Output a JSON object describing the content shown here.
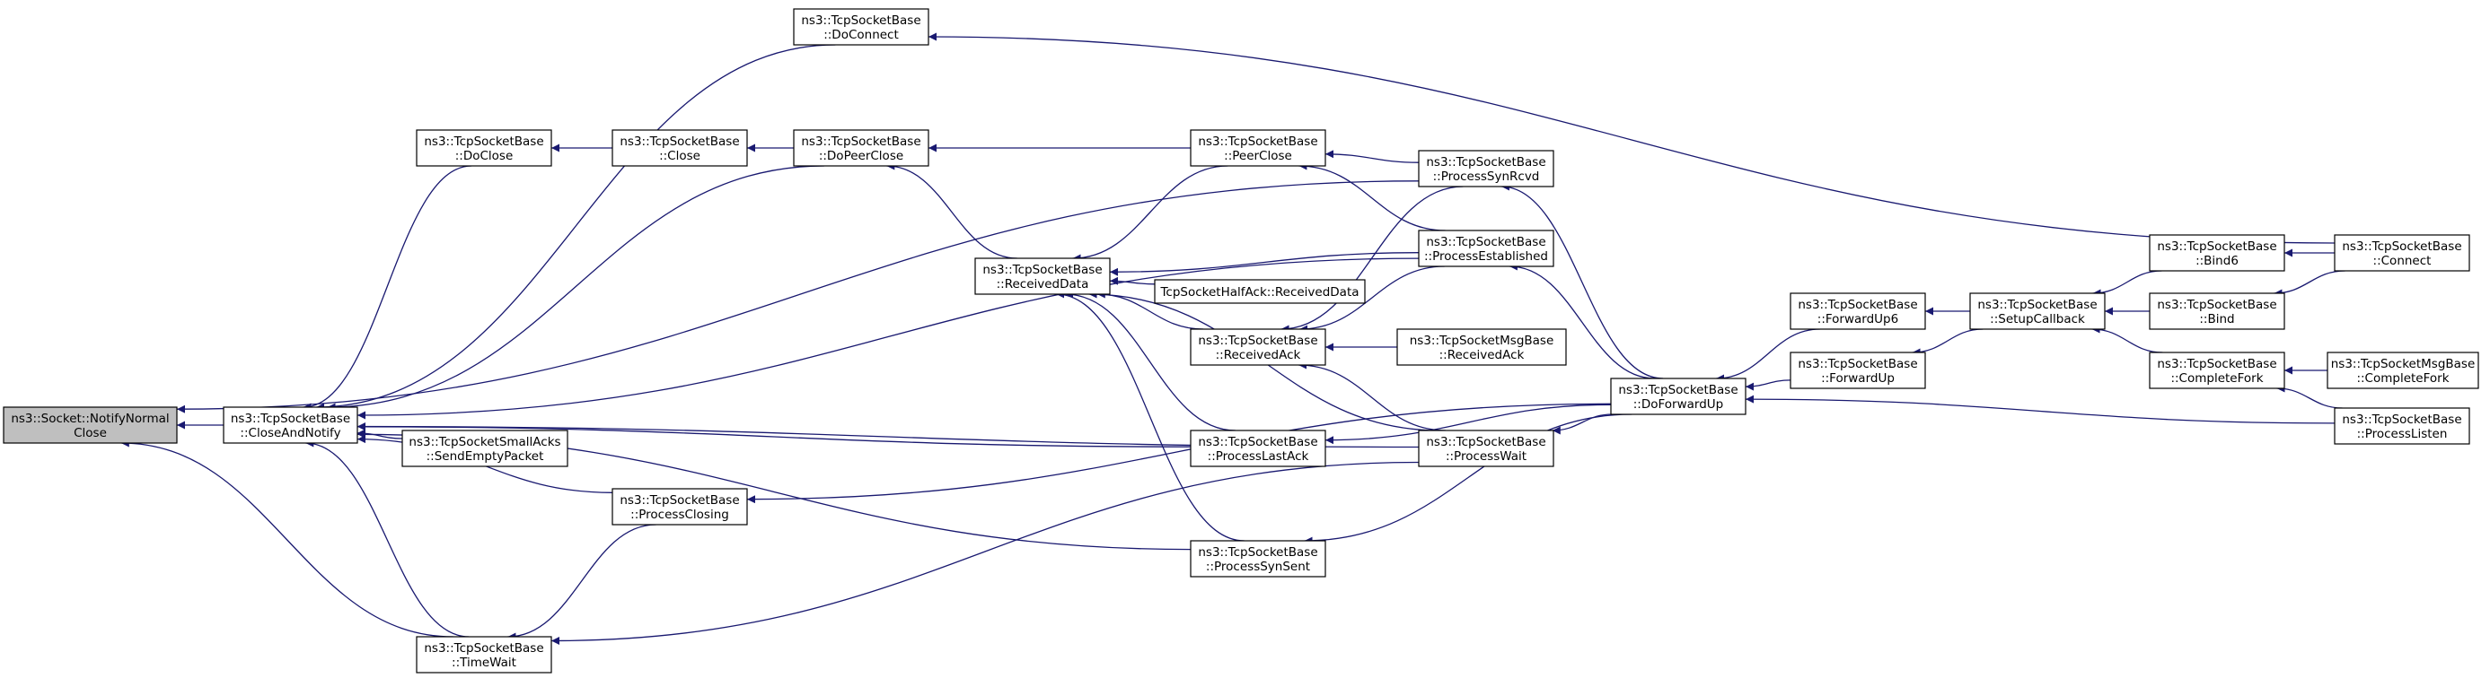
{
  "colors": {
    "edge": "#191970",
    "node_fill": "#ffffff",
    "highlight_fill": "#bfbfbf",
    "node_border": "#000000"
  },
  "nodes": [
    {
      "id": "NotifyNormalClose",
      "lines": [
        "ns3::Socket::NotifyNormal",
        "Close"
      ],
      "highlight": true
    },
    {
      "id": "CloseAndNotify",
      "lines": [
        "ns3::TcpSocketBase",
        "::CloseAndNotify"
      ]
    },
    {
      "id": "DoConnect",
      "lines": [
        "ns3::TcpSocketBase",
        "::DoConnect"
      ]
    },
    {
      "id": "DoClose",
      "lines": [
        "ns3::TcpSocketBase",
        "::DoClose"
      ]
    },
    {
      "id": "Close",
      "lines": [
        "ns3::TcpSocketBase",
        "::Close"
      ]
    },
    {
      "id": "DoPeerClose",
      "lines": [
        "ns3::TcpSocketBase",
        "::DoPeerClose"
      ]
    },
    {
      "id": "PeerClose",
      "lines": [
        "ns3::TcpSocketBase",
        "::PeerClose"
      ]
    },
    {
      "id": "ProcessSynRcvd",
      "lines": [
        "ns3::TcpSocketBase",
        "::ProcessSynRcvd"
      ]
    },
    {
      "id": "ProcessEstablished",
      "lines": [
        "ns3::TcpSocketBase",
        "::ProcessEstablished"
      ]
    },
    {
      "id": "ReceivedData",
      "lines": [
        "ns3::TcpSocketBase",
        "::ReceivedData"
      ]
    },
    {
      "id": "HalfAckReceivedData",
      "lines": [
        "TcpSocketHalfAck::ReceivedData"
      ]
    },
    {
      "id": "ReceivedAck",
      "lines": [
        "ns3::TcpSocketBase",
        "::ReceivedAck"
      ]
    },
    {
      "id": "MsgBaseReceivedAck",
      "lines": [
        "ns3::TcpSocketMsgBase",
        "::ReceivedAck"
      ]
    },
    {
      "id": "SendEmptyPacket",
      "lines": [
        "ns3::TcpSocketSmallAcks",
        "::SendEmptyPacket"
      ]
    },
    {
      "id": "ProcessLastAck",
      "lines": [
        "ns3::TcpSocketBase",
        "::ProcessLastAck"
      ]
    },
    {
      "id": "ProcessWait",
      "lines": [
        "ns3::TcpSocketBase",
        "::ProcessWait"
      ]
    },
    {
      "id": "ProcessClosing",
      "lines": [
        "ns3::TcpSocketBase",
        "::ProcessClosing"
      ]
    },
    {
      "id": "ProcessSynSent",
      "lines": [
        "ns3::TcpSocketBase",
        "::ProcessSynSent"
      ]
    },
    {
      "id": "TimeWait",
      "lines": [
        "ns3::TcpSocketBase",
        "::TimeWait"
      ]
    },
    {
      "id": "DoForwardUp",
      "lines": [
        "ns3::TcpSocketBase",
        "::DoForwardUp"
      ]
    },
    {
      "id": "ForwardUp6",
      "lines": [
        "ns3::TcpSocketBase",
        "::ForwardUp6"
      ]
    },
    {
      "id": "ForwardUp",
      "lines": [
        "ns3::TcpSocketBase",
        "::ForwardUp"
      ]
    },
    {
      "id": "SetupCallback",
      "lines": [
        "ns3::TcpSocketBase",
        "::SetupCallback"
      ]
    },
    {
      "id": "Bind6",
      "lines": [
        "ns3::TcpSocketBase",
        "::Bind6"
      ]
    },
    {
      "id": "Bind",
      "lines": [
        "ns3::TcpSocketBase",
        "::Bind"
      ]
    },
    {
      "id": "CompleteFork",
      "lines": [
        "ns3::TcpSocketBase",
        "::CompleteFork"
      ]
    },
    {
      "id": "Connect",
      "lines": [
        "ns3::TcpSocketBase",
        "::Connect"
      ]
    },
    {
      "id": "MsgBaseCompleteFork",
      "lines": [
        "ns3::TcpSocketMsgBase",
        "::CompleteFork"
      ]
    },
    {
      "id": "ProcessListen",
      "lines": [
        "ns3::TcpSocketBase",
        "::ProcessListen"
      ]
    }
  ],
  "edges": [
    [
      "NotifyNormalClose",
      "CloseAndNotify"
    ],
    [
      "NotifyNormalClose",
      "ProcessSynRcvd"
    ],
    [
      "NotifyNormalClose",
      "TimeWait"
    ],
    [
      "CloseAndNotify",
      "DoConnect"
    ],
    [
      "CloseAndNotify",
      "DoClose"
    ],
    [
      "CloseAndNotify",
      "DoPeerClose"
    ],
    [
      "CloseAndNotify",
      "ProcessEstablished"
    ],
    [
      "CloseAndNotify",
      "ProcessLastAck"
    ],
    [
      "CloseAndNotify",
      "SendEmptyPacket"
    ],
    [
      "CloseAndNotify",
      "ProcessClosing"
    ],
    [
      "CloseAndNotify",
      "ProcessSynSent"
    ],
    [
      "CloseAndNotify",
      "ProcessWait"
    ],
    [
      "CloseAndNotify",
      "TimeWait"
    ],
    [
      "DoClose",
      "Close"
    ],
    [
      "Close",
      "DoPeerClose"
    ],
    [
      "DoPeerClose",
      "PeerClose"
    ],
    [
      "DoPeerClose",
      "ReceivedData"
    ],
    [
      "DoConnect",
      "Connect"
    ],
    [
      "PeerClose",
      "ProcessSynRcvd"
    ],
    [
      "PeerClose",
      "ProcessEstablished"
    ],
    [
      "ReceivedData",
      "PeerClose"
    ],
    [
      "ReceivedData",
      "ProcessEstablished"
    ],
    [
      "ReceivedData",
      "HalfAckReceivedData"
    ],
    [
      "ReceivedData",
      "ReceivedAck"
    ],
    [
      "ReceivedData",
      "ProcessLastAck"
    ],
    [
      "ReceivedData",
      "ProcessWait"
    ],
    [
      "ReceivedData",
      "ProcessSynSent"
    ],
    [
      "ReceivedAck",
      "ProcessSynRcvd"
    ],
    [
      "ReceivedAck",
      "ProcessEstablished"
    ],
    [
      "ReceivedAck",
      "MsgBaseReceivedAck"
    ],
    [
      "ReceivedAck",
      "ProcessWait"
    ],
    [
      "ProcessSynRcvd",
      "DoForwardUp"
    ],
    [
      "ProcessEstablished",
      "DoForwardUp"
    ],
    [
      "ProcessLastAck",
      "DoForwardUp"
    ],
    [
      "ProcessWait",
      "DoForwardUp"
    ],
    [
      "ProcessClosing",
      "DoForwardUp"
    ],
    [
      "ProcessSynSent",
      "DoForwardUp"
    ],
    [
      "TimeWait",
      "ProcessClosing"
    ],
    [
      "TimeWait",
      "ProcessWait"
    ],
    [
      "DoForwardUp",
      "ForwardUp6"
    ],
    [
      "DoForwardUp",
      "ForwardUp"
    ],
    [
      "DoForwardUp",
      "ProcessListen"
    ],
    [
      "ForwardUp6",
      "SetupCallback"
    ],
    [
      "ForwardUp",
      "SetupCallback"
    ],
    [
      "SetupCallback",
      "Bind6"
    ],
    [
      "SetupCallback",
      "Bind"
    ],
    [
      "SetupCallback",
      "CompleteFork"
    ],
    [
      "Bind6",
      "Connect"
    ],
    [
      "Bind",
      "Connect"
    ],
    [
      "CompleteFork",
      "MsgBaseCompleteFork"
    ],
    [
      "CompleteFork",
      "ProcessListen"
    ]
  ]
}
